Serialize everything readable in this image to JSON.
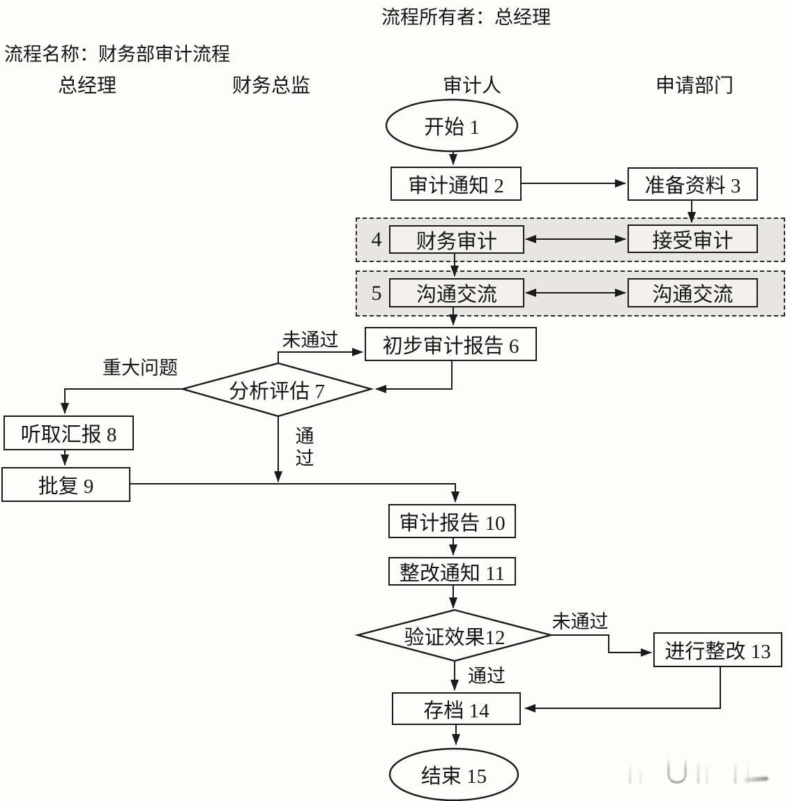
{
  "page": {
    "owner_label": "流程所有者：总经理",
    "name_label": "流程名称：财务部审计流程"
  },
  "columns": {
    "general_manager": "总经理",
    "cfo": "财务总监",
    "auditor": "审计人",
    "applying_dept": "申请部门"
  },
  "nodes": {
    "start": {
      "label": "开始 1",
      "shape": "ellipse"
    },
    "audit_notice": {
      "label": "审计通知 2",
      "shape": "rect"
    },
    "prepare_materials": {
      "label": "准备资料 3",
      "shape": "rect"
    },
    "financial_audit": {
      "label": "财务审计",
      "shape": "rect"
    },
    "accept_audit": {
      "label": "接受审计",
      "shape": "rect"
    },
    "communicate_left": {
      "label": "沟通交流",
      "shape": "rect"
    },
    "communicate_right": {
      "label": "沟通交流",
      "shape": "rect"
    },
    "preliminary_report": {
      "label": "初步审计报告 6",
      "shape": "rect"
    },
    "analyze_evaluate": {
      "label": "分析评估 7",
      "shape": "diamond"
    },
    "listen_report": {
      "label": "听取汇报 8",
      "shape": "rect"
    },
    "approval": {
      "label": "批复 9",
      "shape": "rect"
    },
    "audit_report": {
      "label": "审计报告 10",
      "shape": "rect"
    },
    "rectify_notice": {
      "label": "整改通知 11",
      "shape": "rect"
    },
    "verify_effect": {
      "label": "验证效果12",
      "shape": "diamond"
    },
    "do_rectify": {
      "label": "进行整改 13",
      "shape": "rect"
    },
    "archive": {
      "label": "存档 14",
      "shape": "rect"
    },
    "end": {
      "label": "结束 15",
      "shape": "ellipse"
    }
  },
  "groups": {
    "group4": {
      "number": "4"
    },
    "group5": {
      "number": "5"
    }
  },
  "edge_labels": {
    "not_passed_top": "未通过",
    "major_issue": "重大问题",
    "passed_mid": "通过",
    "not_passed_bottom": "未通过",
    "passed_bottom": "通过"
  },
  "colors": {
    "line": "#1a1a1a",
    "box_fill": "#fdfdfc",
    "group_fill": "#e8e6e3",
    "group_box_fill": "#f3f1ee",
    "text": "#151515"
  }
}
